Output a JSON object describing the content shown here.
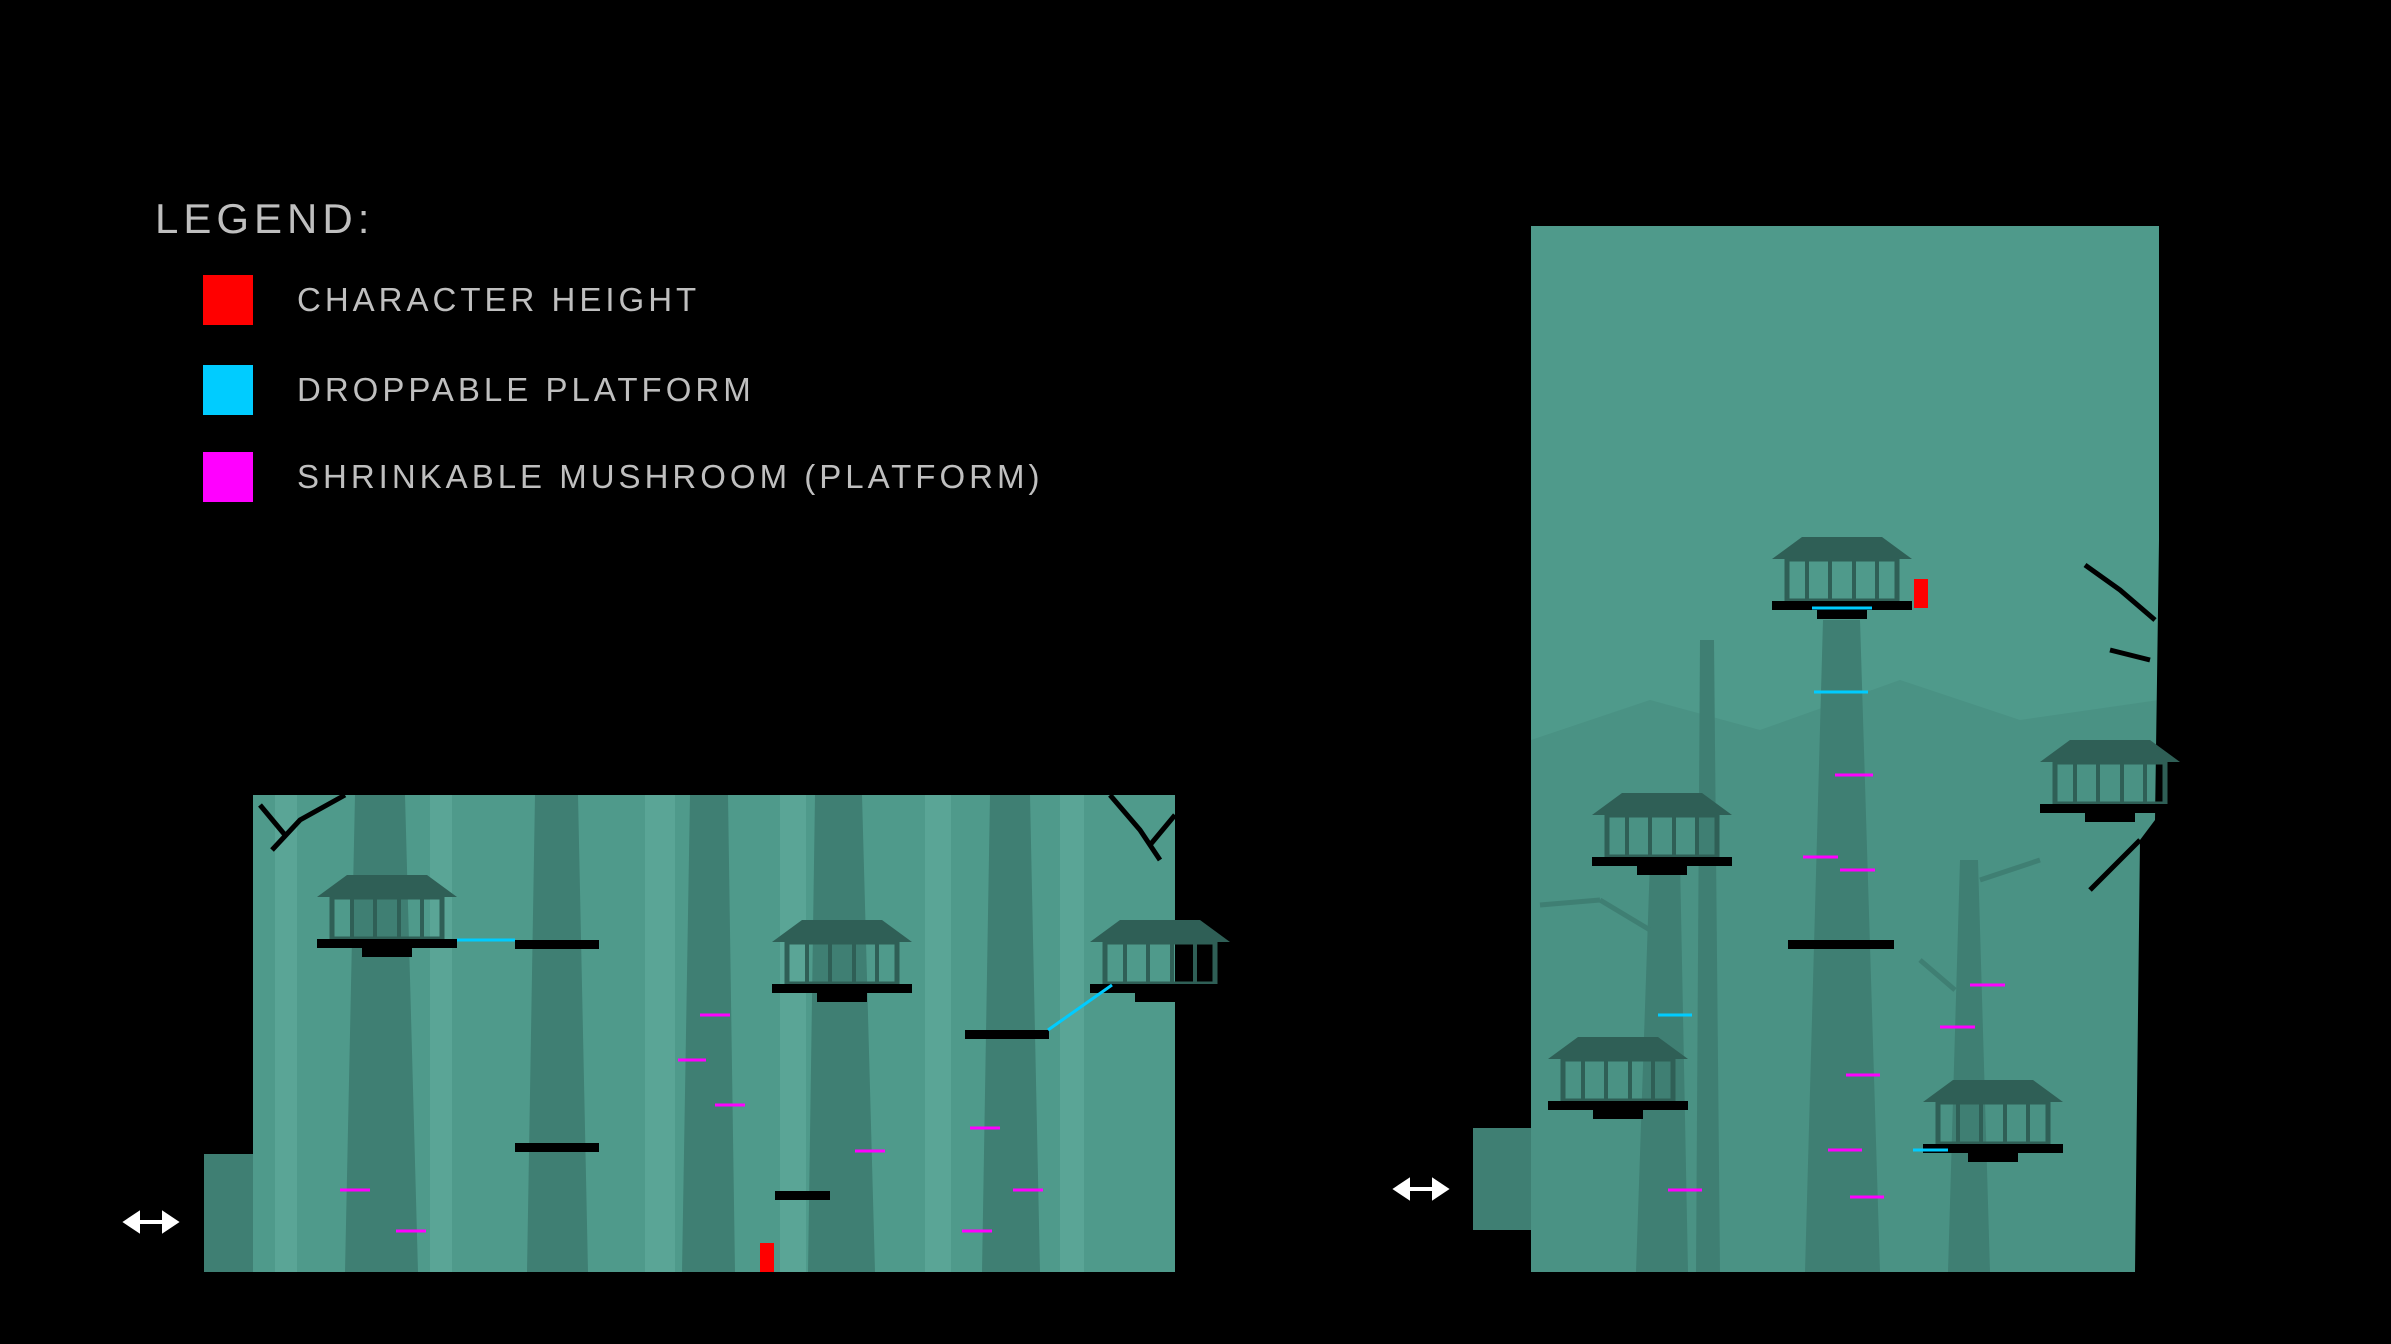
{
  "legend": {
    "title": "LEGEND:",
    "items": [
      {
        "label": "CHARACTER HEIGHT",
        "color": "#ff0000"
      },
      {
        "label": "DROPPABLE PLATFORM",
        "color": "#00ccff"
      },
      {
        "label": "SHRINKABLE MUSHROOM (PLATFORM)",
        "color": "#ff00ff"
      }
    ]
  },
  "colors": {
    "background": "#000000",
    "level_fill": "#4f9a8b",
    "tree_mid": "#3f7f73",
    "tree_dark": "#346b62",
    "tree_far": "#5aa596",
    "silhouette": "#000000",
    "arrow": "#ffffff"
  },
  "icons": [
    "double-arrow-icon",
    "treehouse-icon",
    "platform-icon"
  ]
}
